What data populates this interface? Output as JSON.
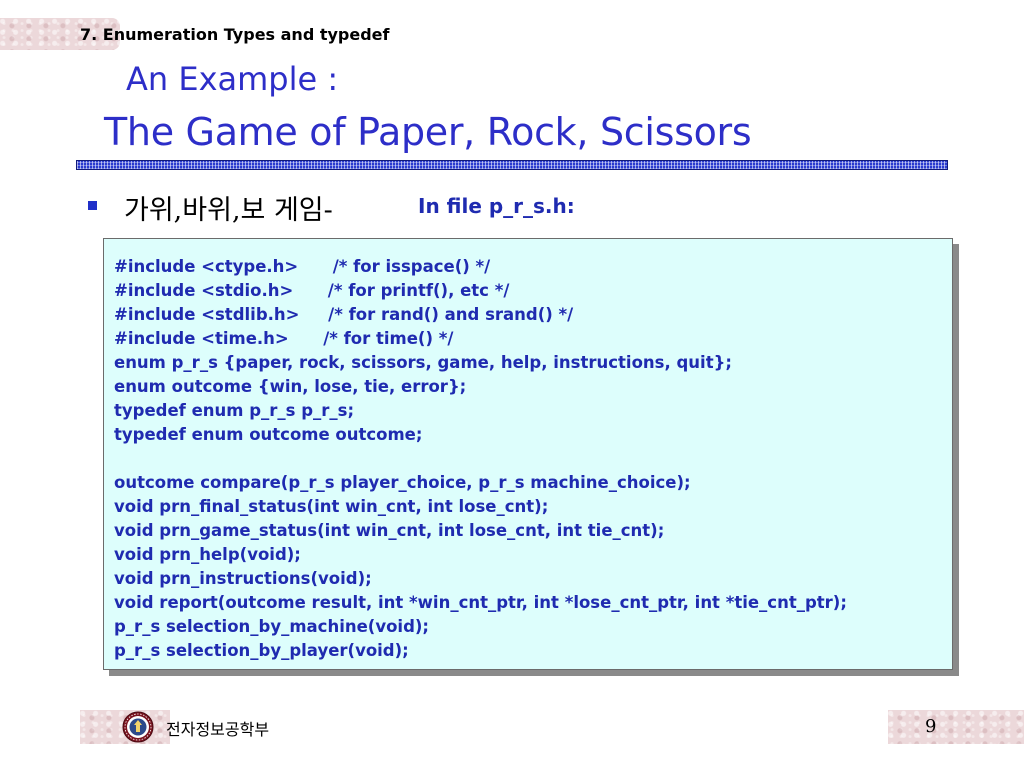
{
  "header": {
    "section_label": "7. Enumeration Types and typedef"
  },
  "title": {
    "line1": "An Example :",
    "line2": "The Game of Paper, Rock, Scissors"
  },
  "bullet": {
    "korean": "가위,바위,보 게임-",
    "file_label": "In file p_r_s.h:"
  },
  "code": {
    "lines": [
      "#include <ctype.h>      /* for isspace() */",
      "#include <stdio.h>      /* for printf(), etc */",
      "#include <stdlib.h>     /* for rand() and srand() */",
      "#include <time.h>      /* for time() */",
      "enum p_r_s {paper, rock, scissors, game, help, instructions, quit};",
      "enum outcome {win, lose, tie, error};",
      "typedef enum p_r_s p_r_s;",
      "typedef enum outcome outcome;",
      "",
      "outcome compare(p_r_s player_choice, p_r_s machine_choice);",
      "void prn_final_status(int win_cnt, int lose_cnt);",
      "void prn_game_status(int win_cnt, int lose_cnt, int tie_cnt);",
      "void prn_help(void);",
      "void prn_instructions(void);",
      "void report(outcome result, int *win_cnt_ptr, int *lose_cnt_ptr, int *tie_cnt_ptr);",
      "p_r_s selection_by_machine(void);",
      "p_r_s selection_by_player(void);"
    ]
  },
  "footer": {
    "department": "전자정보공학부",
    "page_number": "9",
    "seal_icon": "university-seal-icon"
  },
  "colors": {
    "title_blue": "#2d2ec8",
    "code_text": "#1f2bb0",
    "code_bg": "#ddfefc",
    "accent_pink": "#ecd8da"
  }
}
